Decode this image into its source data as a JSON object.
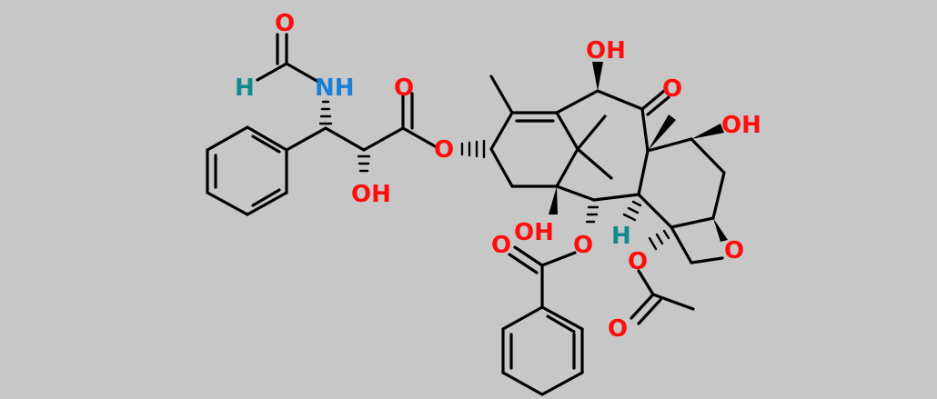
{
  "molecule": {
    "atoms": {
      "formyl_o": "O",
      "formyl_h": "H",
      "amide_nh": "NH",
      "ester_carbonyl_o": "O",
      "ester_o": "O",
      "side_oh": "OH",
      "c9_ketone_o": "O",
      "c10_oh": "OH",
      "c7_oh": "OH",
      "c1_oh": "OH",
      "benzoate_o": "O",
      "benzoate_carbonyl_o": "O",
      "c3_h": "H",
      "acetate_o": "O",
      "acetate_carbonyl_o": "O",
      "oxetane_o": "O"
    },
    "colors": {
      "oxygen": "#ff0d0d",
      "nitrogen": "#1a7fd6",
      "hydrogen": "#0f8b8d",
      "bond": "#000000",
      "background": "#c8c7c8"
    }
  }
}
